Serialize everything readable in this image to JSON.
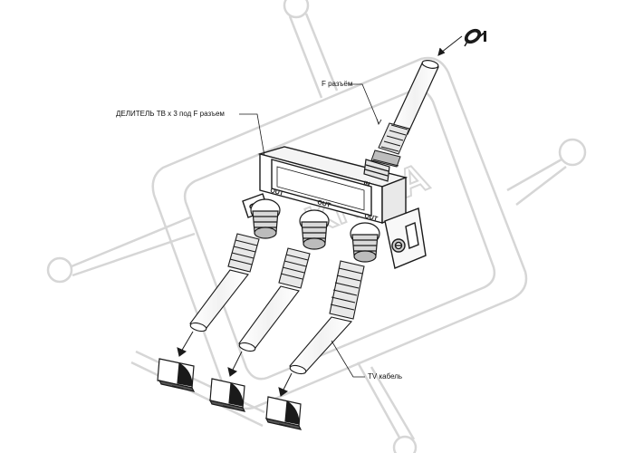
{
  "labels": {
    "splitter": "ДЕЛИТЕЛЬ ТВ x 3 под F разъем",
    "f_connector": "F разъём",
    "tv_cable": "TV кабель"
  },
  "ports": {
    "out_left": "OUT",
    "out_middle": "OUT",
    "out_right": "OUT",
    "in": "IN"
  },
  "watermark": "KNIGA",
  "colors": {
    "stroke": "#1a1a1a",
    "watermark": "#d4d4d4"
  },
  "icons": {
    "satellite": "satellite-dish-icon",
    "tv": "tv-screen-icon"
  }
}
